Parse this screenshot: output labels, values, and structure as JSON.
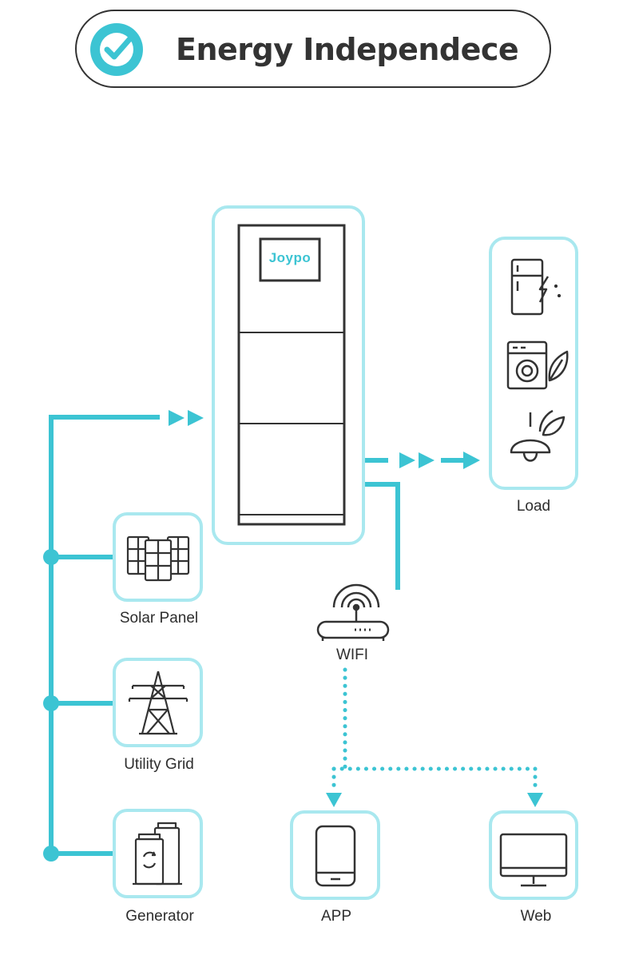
{
  "title": "Energy Independece",
  "brand": "Joypo",
  "colors": {
    "accent": "#3cc4d3",
    "accent_light": "#a9e8ef",
    "ink": "#333333"
  },
  "icons": {
    "title": "checkmark-icon",
    "load": [
      "refrigerator-icon",
      "washing-machine-icon",
      "pendant-lamp-icon"
    ],
    "sources": [
      "solar-panel-icon",
      "power-tower-icon",
      "generator-icon"
    ],
    "wifi": "wifi-router-icon",
    "app": "smartphone-icon",
    "web": "monitor-icon"
  },
  "nodes": {
    "load": "Load",
    "solar": "Solar Panel",
    "grid": "Utility Grid",
    "generator": "Generator",
    "wifi": "WIFI",
    "app": "APP",
    "web": "Web"
  }
}
